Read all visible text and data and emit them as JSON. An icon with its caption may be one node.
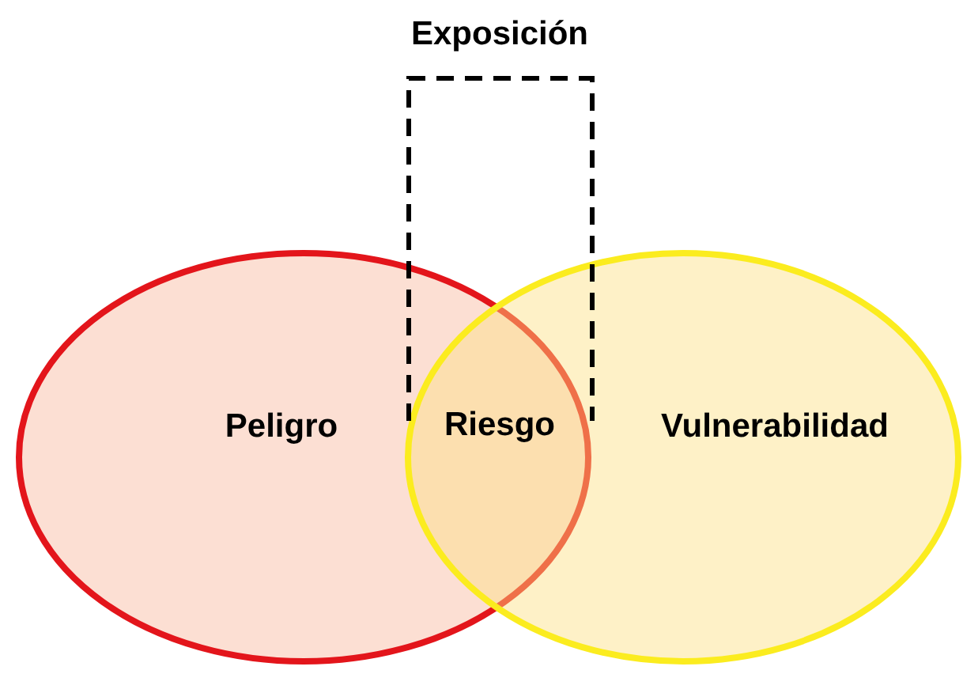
{
  "diagram": {
    "nodes": [
      {
        "text": [
          "Peligro"
        ]
      },
      {
        "text": [
          "Vulnerabilidad"
        ]
      },
      {
        "text": [
          "Riesgo"
        ]
      },
      {
        "text": [
          "Exposición"
        ]
      }
    ]
  }
}
